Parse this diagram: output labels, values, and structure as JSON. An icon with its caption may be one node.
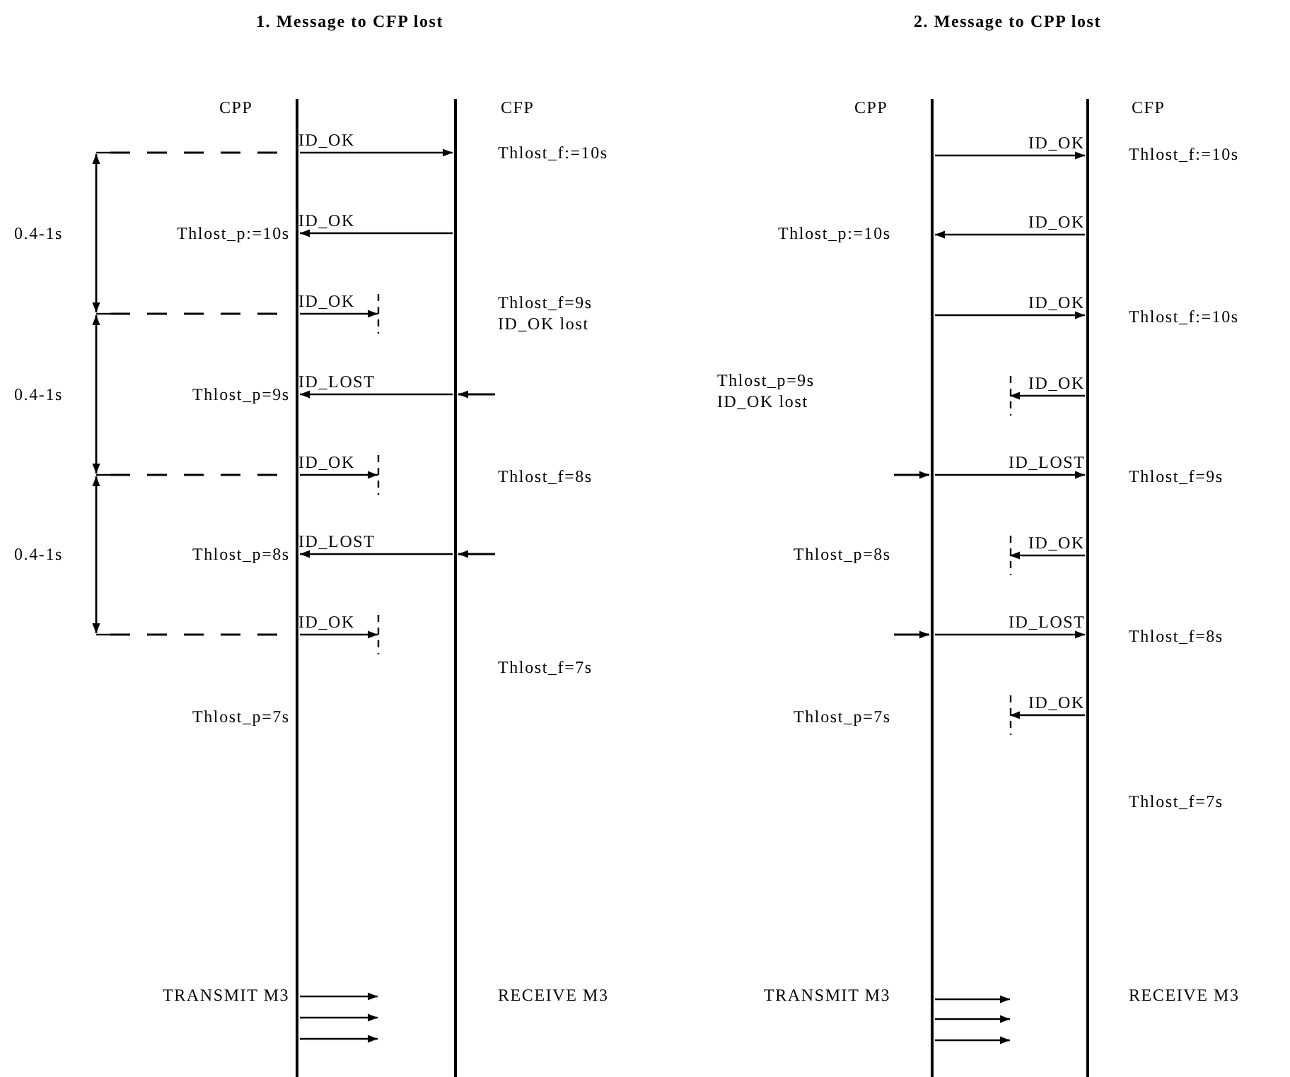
{
  "diagram": {
    "nodes": [
      {
        "text": [
          "CPP"
        ]
      },
      {
        "text": [
          "CFP"
        ]
      },
      {
        "text": [
          "CPP"
        ]
      },
      {
        "text": [
          "CFP"
        ]
      }
    ],
    "edges": [
      {
        "from": 0,
        "to": 1,
        "arrow": "to",
        "label": "ID_OK"
      },
      {
        "from": 1,
        "to": 0,
        "arrow": "to",
        "label": "ID_OK"
      },
      {
        "from": 0,
        "to": null,
        "arrow": "to",
        "label": "ID_OK"
      },
      {
        "from": 1,
        "to": 0,
        "arrow": "to",
        "label": "ID_LOST"
      },
      {
        "from": null,
        "to": 1,
        "arrow": "to"
      },
      {
        "from": 0,
        "to": null,
        "arrow": "to",
        "label": "ID_OK"
      },
      {
        "from": 1,
        "to": 0,
        "arrow": "to",
        "label": "ID_LOST"
      },
      {
        "from": null,
        "to": 1,
        "arrow": "to"
      },
      {
        "from": 0,
        "to": null,
        "arrow": "to",
        "label": "ID_OK"
      },
      {
        "from": 0,
        "to": null,
        "arrow": "to"
      },
      {
        "from": 0,
        "to": null,
        "arrow": "to"
      },
      {
        "from": 0,
        "to": null,
        "arrow": "to"
      },
      {
        "from": 2,
        "to": 3,
        "arrow": "to",
        "label": "ID_OK"
      },
      {
        "from": 3,
        "to": 2,
        "arrow": "to",
        "label": "ID_OK"
      },
      {
        "from": 2,
        "to": 3,
        "arrow": "to",
        "label": "ID_OK"
      },
      {
        "from": 3,
        "to": null,
        "arrow": "to",
        "label": "ID_OK"
      },
      {
        "from": null,
        "to": 2,
        "arrow": "to"
      },
      {
        "from": 2,
        "to": 3,
        "arrow": "to",
        "label": "ID_LOST"
      },
      {
        "from": 3,
        "to": null,
        "arrow": "to",
        "label": "ID_OK"
      },
      {
        "from": null,
        "to": 2,
        "arrow": "to"
      },
      {
        "from": 2,
        "to": 3,
        "arrow": "to",
        "label": "ID_LOST"
      },
      {
        "from": 3,
        "to": null,
        "arrow": "to",
        "label": "ID_OK"
      },
      {
        "from": 2,
        "to": null,
        "arrow": "to"
      },
      {
        "from": 2,
        "to": null,
        "arrow": "to"
      },
      {
        "from": 2,
        "to": null,
        "arrow": "to"
      }
    ],
    "labels": [
      "1. Message to CFP lost",
      "2. Message to CPP lost",
      "Thlost_f:=10s",
      "0.4-1s",
      "Thlost_p:=10s",
      "Thlost_f=9s",
      "ID_OK lost",
      "0.4-1s",
      "Thlost_p=9s",
      "Thlost_f=8s",
      "0.4-1s",
      "Thlost_p=8s",
      "Thlost_f=7s",
      "Thlost_p=7s",
      "TRANSMIT M3",
      "RECEIVE M3",
      "Thlost_f:=10s",
      "Thlost_p:=10s",
      "Thlost_f:=10s",
      "Thlost_p=9s",
      "ID_OK lost",
      "Thlost_f=9s",
      "Thlost_p=8s",
      "Thlost_f=8s",
      "Thlost_p=7s",
      "Thlost_f=7s",
      "TRANSMIT M3",
      "RECEIVE M3"
    ]
  }
}
